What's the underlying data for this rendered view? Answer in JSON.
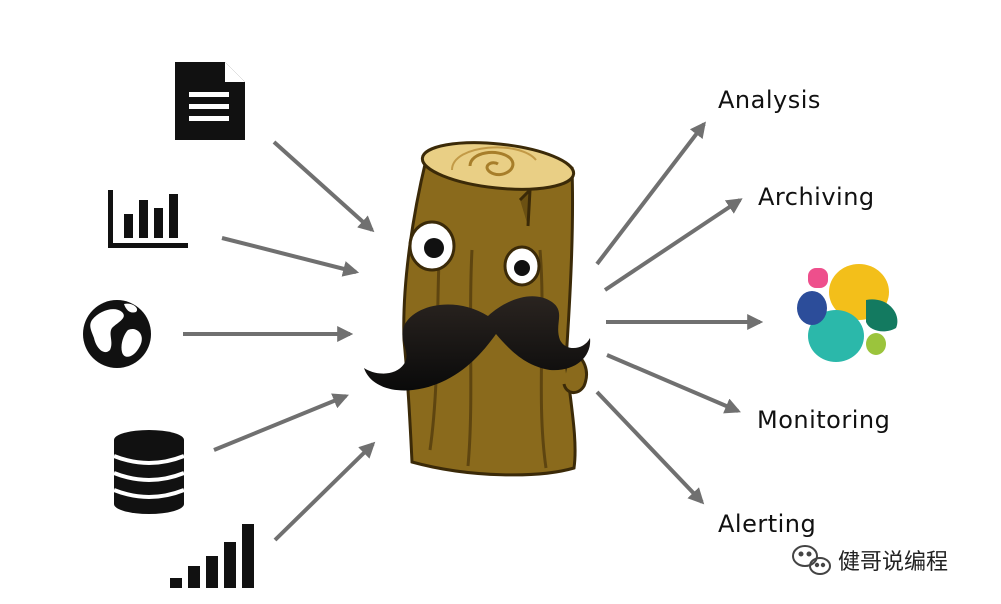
{
  "outputs": {
    "analysis": "Analysis",
    "archiving": "Archiving",
    "monitoring": "Monitoring",
    "alerting": "Alerting"
  },
  "watermark": {
    "text": "健哥说编程"
  },
  "colors": {
    "arrow": "#707070",
    "icon": "#111111",
    "log_body": "#8a6a1c",
    "log_top": "#e9cf85",
    "mustache": "#1c1c1c",
    "elastic_yellow": "#f3bf1a",
    "elastic_teal": "#2bb8aa",
    "elastic_pink": "#ee4f8c",
    "elastic_blue": "#2c4d9a",
    "elastic_green": "#137a60",
    "elastic_lime": "#9bc43c"
  },
  "icons": [
    "document-icon",
    "bar-chart-icon",
    "globe-icon",
    "database-icon",
    "signal-icon",
    "log-mascot-icon",
    "elastic-logo-icon",
    "wechat-icon"
  ]
}
